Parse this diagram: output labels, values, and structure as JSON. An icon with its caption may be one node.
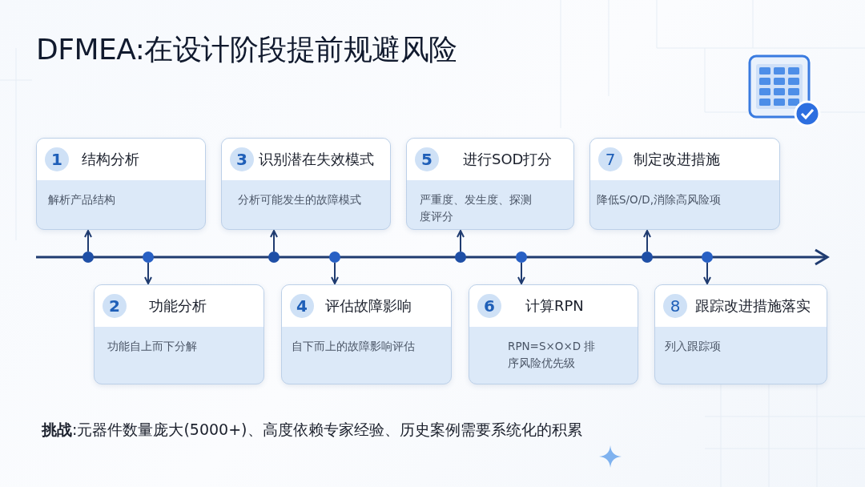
{
  "diagram": {
    "title": "DFMEA:在设计阶段提前规避风险",
    "nodes": [
      {
        "text": [
          "1",
          "结构分析",
          "解析产品结构"
        ]
      },
      {
        "text": [
          "2",
          "功能分析",
          "功能自上而下分解"
        ]
      },
      {
        "text": [
          "3",
          "识别潜在失效模式",
          "分析可能发生的故障模式"
        ]
      },
      {
        "text": [
          "4",
          "评估故障影响",
          "自下而上的故障影响评估"
        ]
      },
      {
        "text": [
          "5",
          "进行SOD打分",
          "严重度、发生度、探测度评分"
        ]
      },
      {
        "text": [
          "6",
          "计算RPN",
          "RPN=S×O×D 排序风险优先级"
        ]
      },
      {
        "text": [
          "7",
          "制定改进措施",
          "降低S/O/D,消除高风险项"
        ]
      },
      {
        "text": [
          "8",
          "跟踪改进措施落实",
          "列入跟踪项"
        ]
      },
      {
        "text": [],
        "shape": "circle"
      },
      {
        "text": [],
        "shape": "circle"
      },
      {
        "text": [],
        "shape": "circle"
      },
      {
        "text": [],
        "shape": "circle"
      },
      {
        "text": [],
        "shape": "circle"
      },
      {
        "text": [],
        "shape": "circle"
      },
      {
        "text": [],
        "shape": "circle"
      },
      {
        "text": [],
        "shape": "circle"
      }
    ],
    "edges": [
      {
        "from": 8,
        "to": 0,
        "arrow": "to"
      },
      {
        "from": 9,
        "to": 1,
        "arrow": "to"
      },
      {
        "from": 10,
        "to": 2,
        "arrow": "to"
      },
      {
        "from": 11,
        "to": 3,
        "arrow": "to"
      },
      {
        "from": 12,
        "to": 4,
        "arrow": "to"
      },
      {
        "from": 13,
        "to": 5,
        "arrow": "to"
      },
      {
        "from": 14,
        "to": 6,
        "arrow": "to"
      },
      {
        "from": 15,
        "to": 7,
        "arrow": "to"
      }
    ],
    "labels": [
      "**挑战**:元器件数量庞大(5000+)、高度依赖专家经验、历史案例需要系统化的积累"
    ]
  }
}
